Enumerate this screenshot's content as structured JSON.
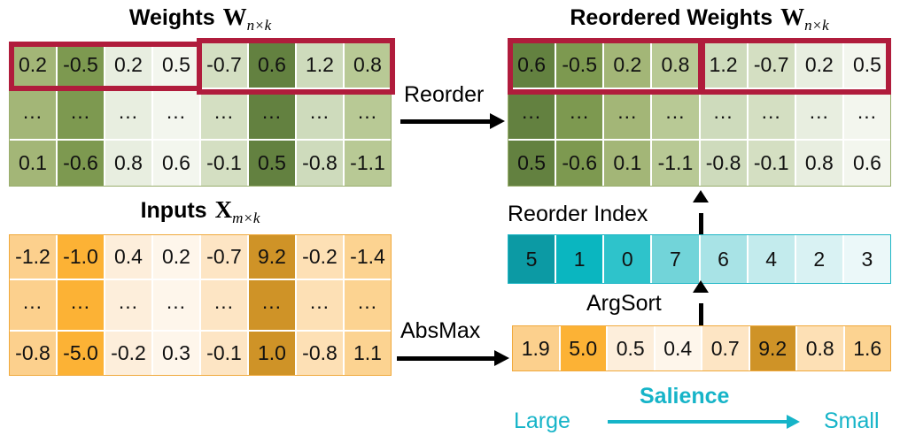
{
  "titles": {
    "weights": "Weights",
    "weights_mat": "W",
    "weights_sub": "n×k",
    "reordered_weights": "Reordered Weights",
    "reordered_mat": "W",
    "reordered_sub": "n×k",
    "inputs": "Inputs",
    "inputs_mat": "X",
    "inputs_sub": "m×k"
  },
  "labels": {
    "reorder": "Reorder",
    "absmax": "AbsMax",
    "reorder_index": "Reorder Index",
    "argsort": "ArgSort",
    "salience": "Salience",
    "large": "Large",
    "small": "Small"
  },
  "colors": {
    "highlight_red": "#b01c3c",
    "teal_accent": "#16b4c8",
    "green_border": "#9aae6e",
    "orange_border": "#f0a93c"
  },
  "weights": {
    "rows": [
      {
        "cells": [
          {
            "v": "0.2",
            "c": "#a3b677"
          },
          {
            "v": "-0.5",
            "c": "#7d9950"
          },
          {
            "v": "0.2",
            "c": "#e8eee0"
          },
          {
            "v": "0.5",
            "c": "#f3f6ee"
          },
          {
            "v": "-0.7",
            "c": "#d4dfc2"
          },
          {
            "v": "0.6",
            "c": "#638140"
          },
          {
            "v": "1.2",
            "c": "#cedbbc"
          },
          {
            "v": "0.8",
            "c": "#b8c995"
          }
        ]
      },
      {
        "cells": [
          {
            "v": "...",
            "c": "#a3b677"
          },
          {
            "v": "...",
            "c": "#7d9950"
          },
          {
            "v": "...",
            "c": "#e8eee0"
          },
          {
            "v": "...",
            "c": "#f3f6ee"
          },
          {
            "v": "...",
            "c": "#d4dfc2"
          },
          {
            "v": "...",
            "c": "#638140"
          },
          {
            "v": "...",
            "c": "#cedbbc"
          },
          {
            "v": "...",
            "c": "#b8c995"
          }
        ]
      },
      {
        "cells": [
          {
            "v": "0.1",
            "c": "#a3b677"
          },
          {
            "v": "-0.6",
            "c": "#7d9950"
          },
          {
            "v": "0.8",
            "c": "#e8eee0"
          },
          {
            "v": "0.6",
            "c": "#f3f6ee"
          },
          {
            "v": "-0.1",
            "c": "#d4dfc2"
          },
          {
            "v": "0.5",
            "c": "#638140"
          },
          {
            "v": "-0.8",
            "c": "#cedbbc"
          },
          {
            "v": "-1.1",
            "c": "#b8c995"
          }
        ]
      }
    ]
  },
  "reordered_weights": {
    "rows": [
      {
        "cells": [
          {
            "v": "0.6",
            "c": "#638140"
          },
          {
            "v": "-0.5",
            "c": "#7d9950"
          },
          {
            "v": "0.2",
            "c": "#a3b677"
          },
          {
            "v": "0.8",
            "c": "#b8c995"
          },
          {
            "v": "1.2",
            "c": "#cedbbc"
          },
          {
            "v": "-0.7",
            "c": "#d4dfc2"
          },
          {
            "v": "0.2",
            "c": "#e8eee0"
          },
          {
            "v": "0.5",
            "c": "#f3f6ee"
          }
        ]
      },
      {
        "cells": [
          {
            "v": "...",
            "c": "#638140"
          },
          {
            "v": "...",
            "c": "#7d9950"
          },
          {
            "v": "...",
            "c": "#a3b677"
          },
          {
            "v": "...",
            "c": "#b8c995"
          },
          {
            "v": "...",
            "c": "#cedbbc"
          },
          {
            "v": "...",
            "c": "#d4dfc2"
          },
          {
            "v": "...",
            "c": "#e8eee0"
          },
          {
            "v": "...",
            "c": "#f3f6ee"
          }
        ]
      },
      {
        "cells": [
          {
            "v": "0.5",
            "c": "#638140"
          },
          {
            "v": "-0.6",
            "c": "#7d9950"
          },
          {
            "v": "0.1",
            "c": "#a3b677"
          },
          {
            "v": "-1.1",
            "c": "#b8c995"
          },
          {
            "v": "-0.8",
            "c": "#cedbbc"
          },
          {
            "v": "-0.1",
            "c": "#d4dfc2"
          },
          {
            "v": "0.8",
            "c": "#e8eee0"
          },
          {
            "v": "0.6",
            "c": "#f3f6ee"
          }
        ]
      }
    ]
  },
  "inputs": {
    "rows": [
      {
        "cells": [
          {
            "v": "-1.2",
            "c": "#fcd08d"
          },
          {
            "v": "-1.0",
            "c": "#fcb235"
          },
          {
            "v": "0.4",
            "c": "#fdeedb"
          },
          {
            "v": "0.2",
            "c": "#fef6eb"
          },
          {
            "v": "-0.7",
            "c": "#fde5c4"
          },
          {
            "v": "9.2",
            "c": "#cf9327"
          },
          {
            "v": "-0.2",
            "c": "#fde0b5"
          },
          {
            "v": "-1.4",
            "c": "#fcd391"
          }
        ]
      },
      {
        "cells": [
          {
            "v": "...",
            "c": "#fcd08d"
          },
          {
            "v": "...",
            "c": "#fcb235"
          },
          {
            "v": "...",
            "c": "#fdeedb"
          },
          {
            "v": "...",
            "c": "#fef6eb"
          },
          {
            "v": "...",
            "c": "#fde5c4"
          },
          {
            "v": "...",
            "c": "#cf9327"
          },
          {
            "v": "...",
            "c": "#fde0b5"
          },
          {
            "v": "...",
            "c": "#fcd391"
          }
        ]
      },
      {
        "cells": [
          {
            "v": "-0.8",
            "c": "#fcd08d"
          },
          {
            "v": "-5.0",
            "c": "#fcb235"
          },
          {
            "v": "-0.2",
            "c": "#fdeedb"
          },
          {
            "v": "0.3",
            "c": "#fef6eb"
          },
          {
            "v": "-0.1",
            "c": "#fde5c4"
          },
          {
            "v": "1.0",
            "c": "#cf9327"
          },
          {
            "v": "-0.8",
            "c": "#fde0b5"
          },
          {
            "v": "1.1",
            "c": "#fcd391"
          }
        ]
      }
    ]
  },
  "reorder_index": {
    "cells": [
      {
        "v": "5",
        "c": "#0c9aa4"
      },
      {
        "v": "1",
        "c": "#0ab6c0"
      },
      {
        "v": "0",
        "c": "#2ec3cb"
      },
      {
        "v": "7",
        "c": "#72d4d9"
      },
      {
        "v": "6",
        "c": "#a8e3e6"
      },
      {
        "v": "4",
        "c": "#c3ebed"
      },
      {
        "v": "2",
        "c": "#d9f2f3"
      },
      {
        "v": "3",
        "c": "#ebf8f9"
      }
    ]
  },
  "absmax": {
    "cells": [
      {
        "v": "1.9",
        "c": "#fcd08d"
      },
      {
        "v": "5.0",
        "c": "#fcb235"
      },
      {
        "v": "0.5",
        "c": "#fdeedb"
      },
      {
        "v": "0.4",
        "c": "#fef6eb"
      },
      {
        "v": "0.7",
        "c": "#fde5c4"
      },
      {
        "v": "9.2",
        "c": "#cf9327"
      },
      {
        "v": "0.8",
        "c": "#fde0b5"
      },
      {
        "v": "1.6",
        "c": "#fcd391"
      }
    ]
  },
  "chart_data": {
    "type": "heatmap",
    "title": "Reordering weights by input salience",
    "panels": [
      {
        "name": "Weights W_{n x k}",
        "colormap": "green",
        "values": [
          [
            0.2,
            -0.5,
            0.2,
            0.5,
            -0.7,
            0.6,
            1.2,
            0.8
          ],
          [
            "...",
            "...",
            "...",
            "...",
            "...",
            "...",
            "...",
            "..."
          ],
          [
            0.1,
            -0.6,
            0.8,
            0.6,
            -0.1,
            0.5,
            -0.8,
            -1.1
          ]
        ]
      },
      {
        "name": "Reordered Weights W_{n x k}",
        "colormap": "green",
        "values": [
          [
            0.6,
            -0.5,
            0.2,
            0.8,
            1.2,
            -0.7,
            0.2,
            0.5
          ],
          [
            "...",
            "...",
            "...",
            "...",
            "...",
            "...",
            "...",
            "..."
          ],
          [
            0.5,
            -0.6,
            0.1,
            -1.1,
            -0.8,
            -0.1,
            0.8,
            0.6
          ]
        ]
      },
      {
        "name": "Inputs X_{m x k}",
        "colormap": "orange",
        "values": [
          [
            -1.2,
            -1.0,
            0.4,
            0.2,
            -0.7,
            9.2,
            -0.2,
            -1.4
          ],
          [
            "...",
            "...",
            "...",
            "...",
            "...",
            "...",
            "...",
            "..."
          ],
          [
            -0.8,
            -5.0,
            -0.2,
            0.3,
            -0.1,
            1.0,
            -0.8,
            1.1
          ]
        ]
      },
      {
        "name": "AbsMax",
        "colormap": "orange",
        "values": [
          [
            1.9,
            5.0,
            0.5,
            0.4,
            0.7,
            9.2,
            0.8,
            1.6
          ]
        ]
      },
      {
        "name": "Reorder Index",
        "colormap": "teal",
        "values": [
          [
            5,
            1,
            0,
            7,
            6,
            4,
            2,
            3
          ]
        ]
      }
    ]
  }
}
